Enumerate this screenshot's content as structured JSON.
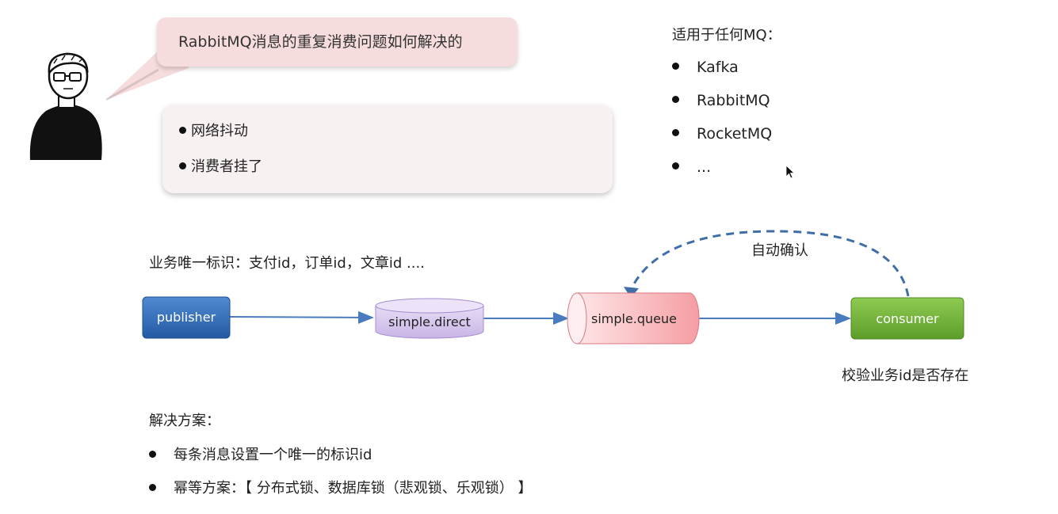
{
  "question": "RabbitMQ消息的重复消费问题如何解决的",
  "causes": [
    "网络抖动",
    "消费者挂了"
  ],
  "mq_list": {
    "title": "适用于任何MQ：",
    "items": [
      "Kafka",
      "RabbitMQ",
      "RocketMQ",
      "..."
    ]
  },
  "business_id": "业务唯一标识：支付id，订单id，文章id ....",
  "diagram": {
    "publisher": "publisher",
    "exchange": "simple.direct",
    "queue": "simple.queue",
    "consumer": "consumer",
    "ack_label": "自动确认",
    "colors": {
      "publisher": "#2e6bb5",
      "exchange": "#d6c6ec",
      "queue": "#f7b5b8",
      "consumer": "#70b33a",
      "arrow": "#4a7bbf"
    }
  },
  "check": "校验业务id是否存在",
  "solution": {
    "title": "解决方案：",
    "items": [
      "每条消息设置一个唯一的标识id",
      "幂等方案：【 分布式锁、数据库锁（悲观锁、乐观锁） 】"
    ]
  }
}
